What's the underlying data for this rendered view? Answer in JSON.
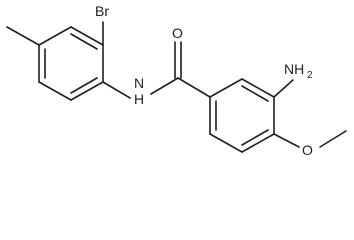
{
  "molecule": {
    "atoms": {
      "bromine": "Br",
      "carbonyl_oxygen": "O",
      "amide_nitrogen": "N",
      "amide_hydrogen": "H",
      "amine_group": "NH",
      "amine_subscript": "2",
      "methoxy_oxygen": "O"
    }
  }
}
